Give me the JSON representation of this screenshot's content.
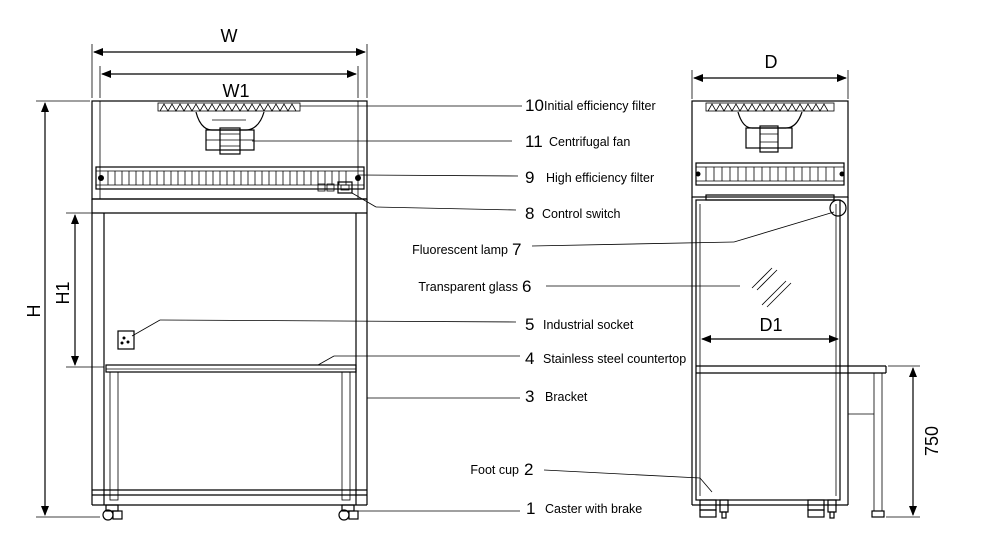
{
  "dimensions": {
    "front_width": "W",
    "front_inner_width": "W1",
    "total_height": "H",
    "work_height": "H1",
    "side_depth": "D",
    "side_inner_depth": "D1",
    "table_height": "750"
  },
  "components": [
    {
      "number": "10",
      "label": "Initial efficiency filter"
    },
    {
      "number": "11",
      "label": "Centrifugal fan"
    },
    {
      "number": "9",
      "label": "High efficiency filter"
    },
    {
      "number": "8",
      "label": "Control switch"
    },
    {
      "number": "7",
      "label": "Fluorescent lamp"
    },
    {
      "number": "6",
      "label": "Transparent glass"
    },
    {
      "number": "5",
      "label": "Industrial socket"
    },
    {
      "number": "4",
      "label": "Stainless steel countertop"
    },
    {
      "number": "3",
      "label": "Bracket"
    },
    {
      "number": "2",
      "label": "Foot cup"
    },
    {
      "number": "1",
      "label": "Caster with brake"
    }
  ],
  "colors": {
    "line": "#000000",
    "background": "#ffffff"
  }
}
